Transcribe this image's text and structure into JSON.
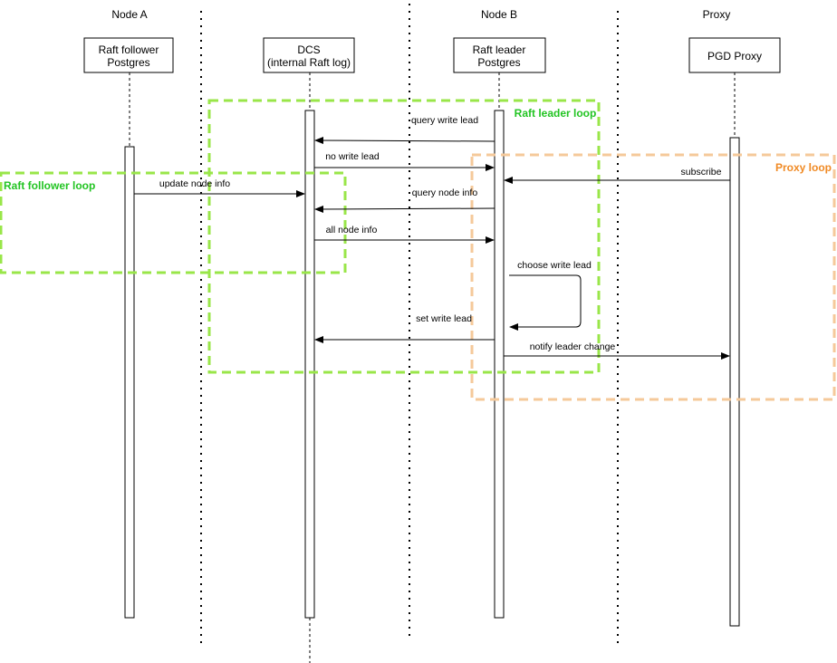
{
  "diagram": {
    "groups": [
      {
        "id": "node-a",
        "label": "Node A"
      },
      {
        "id": "node-b",
        "label": "Node B"
      },
      {
        "id": "proxy",
        "label": "Proxy"
      }
    ],
    "participants": [
      {
        "id": "raft-follower",
        "lines": [
          "Raft follower",
          "Postgres"
        ]
      },
      {
        "id": "dcs",
        "lines": [
          "DCS",
          "(internal Raft log)"
        ]
      },
      {
        "id": "raft-leader",
        "lines": [
          "Raft leader",
          "Postgres"
        ]
      },
      {
        "id": "pgd-proxy",
        "lines": [
          "PGD Proxy"
        ]
      }
    ],
    "loops": [
      {
        "id": "raft-leader-loop",
        "label": "Raft leader loop",
        "color": "#99E649",
        "text_color": "#22C422"
      },
      {
        "id": "raft-follower-loop",
        "label": "Raft follower loop",
        "color": "#99E649",
        "text_color": "#22C422"
      },
      {
        "id": "proxy-loop",
        "label": "Proxy loop",
        "color": "#F5C99A",
        "text_color": "#F08A24"
      }
    ],
    "messages": [
      {
        "id": "query-write-lead",
        "from": "raft-leader",
        "to": "dcs",
        "label": "query write lead"
      },
      {
        "id": "no-write-lead",
        "from": "dcs",
        "to": "raft-leader",
        "label": "no write lead"
      },
      {
        "id": "subscribe",
        "from": "pgd-proxy",
        "to": "raft-leader",
        "label": "subscribe"
      },
      {
        "id": "update-node-info",
        "from": "raft-follower",
        "to": "dcs",
        "label": "update node info"
      },
      {
        "id": "query-node-info",
        "from": "raft-leader",
        "to": "dcs",
        "label": "query node info"
      },
      {
        "id": "all-node-info",
        "from": "dcs",
        "to": "raft-leader",
        "label": "all node info"
      },
      {
        "id": "choose-write-lead",
        "from": "raft-leader",
        "to": "raft-leader",
        "label": "choose write lead"
      },
      {
        "id": "set-write-lead",
        "from": "raft-leader",
        "to": "dcs",
        "label": "set write lead"
      },
      {
        "id": "notify-leader-change",
        "from": "raft-leader",
        "to": "pgd-proxy",
        "label": "notify leader change"
      }
    ]
  }
}
